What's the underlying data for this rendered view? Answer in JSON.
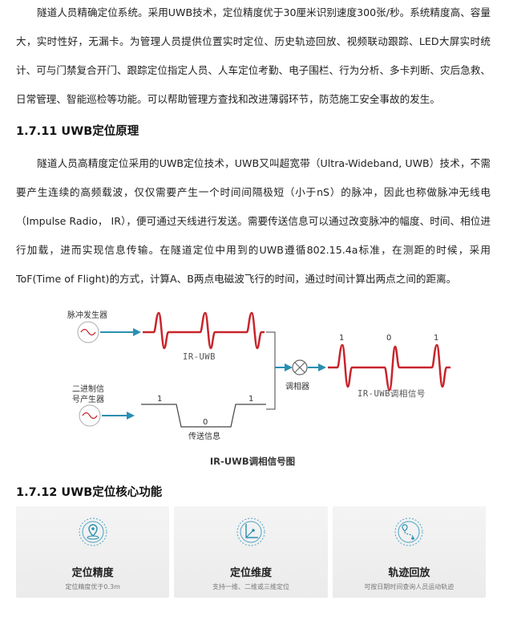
{
  "paragraph1": "隧道人员精确定位系统。采用UWB技术，定位精度优于30厘米识别速度300张/秒。系统精度高、容量大，实时性好，无漏卡。为管理人员提供位置实时定位、历史轨迹回放、视频联动跟踪、LED大屏实时统计、可与门禁复合开门、跟踪定位指定人员、人车定位考勤、电子围栏、行为分析、多卡判断、灾后急救、日常管理、智能巡检等功能。可以帮助管理方查找和改进薄弱环节，防范施工安全事故的发生。",
  "section1": {
    "heading": "1.7.11 UWB定位原理",
    "paragraph": "隧道人员高精度定位采用的UWB定位技术，UWB又叫超宽带（Ultra-Wideband, UWB）技术，不需要产生连续的高频载波，仅仅需要产生一个时间间隔极短（小于nS）的脉冲，因此也称做脉冲无线电（Impulse Radio， IR），便可通过天线进行发送。需要传送信息可以通过改变脉冲的幅度、时间、相位进行加载，进而实现信息传输。在隧道定位中用到的UWB遵循802.15.4a标准，在测距的时候，采用ToF(Time of Flight)的方式，计算A、B两点电磁波飞行的时间，通过时间计算出两点之间的距离。"
  },
  "diagram": {
    "pulse_generator": "脉冲发生器",
    "binary_generator_line1": "二进制信",
    "binary_generator_line2": "号产生器",
    "ir_uwb_label": "IR-UWB",
    "transmit_info": "传送信息",
    "modulator": "调相器",
    "modulated_signal": "IR-UWB调相信号",
    "bits_input": [
      "1",
      "0",
      "1"
    ],
    "bits_output": [
      "1",
      "0",
      "1"
    ],
    "caption": "IR-UWB调相信号图",
    "accent_color": "#2a8fb0",
    "pulse_color": "#c8242b"
  },
  "section2": {
    "heading": "1.7.12 UWB定位核心功能",
    "cards": [
      {
        "icon": "location-pin-icon",
        "title": "定位精度",
        "desc": "定位精度优于0.3m"
      },
      {
        "icon": "axis-dimension-icon",
        "title": "定位维度",
        "desc": "支持一维、二维或三维定位"
      },
      {
        "icon": "track-playback-icon",
        "title": "轨迹回放",
        "desc": "可按日期时间查询人员运动轨迹"
      }
    ]
  }
}
